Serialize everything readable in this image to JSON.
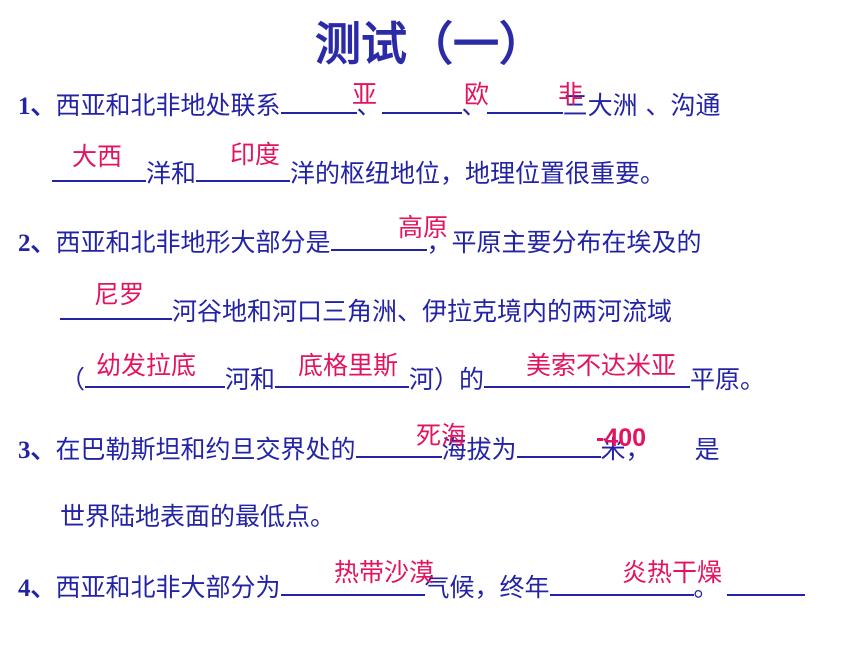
{
  "title": "测试（一）",
  "q1": {
    "num": "1、",
    "t1": "西亚和北非地处联系",
    "sep1": "、",
    "sep2": "、",
    "t2": "三大洲 、沟通",
    "t3": "洋和",
    "t4": "洋的枢纽地位，地理位置很重要。",
    "answers": [
      "亚",
      "欧",
      "非",
      "大西",
      "印度"
    ]
  },
  "q2": {
    "num": "2、",
    "t1": "西亚和北非地形大部分是",
    "t2": "，平原主要分布在埃及的",
    "t3": "河谷地和河口三角洲、伊拉克境内的两河流域",
    "t4": "（",
    "t5": "河和",
    "t6": "河）的",
    "t7": "平原。",
    "answers": [
      "高原",
      "尼罗",
      "幼发拉底",
      "底格里斯",
      "美索不达米亚"
    ]
  },
  "q3": {
    "num": "3、",
    "t1": "在巴勒斯坦和约旦交界处的",
    "t2": "海拔为",
    "t3": "米，",
    "t4": "是",
    "t5": "世界陆地表面的最低点。",
    "answers": [
      "死海",
      "-400"
    ]
  },
  "q4": {
    "num": "4、",
    "t1": "西亚和北非大部分为",
    "t2": "气候，终年",
    "t3": "。",
    "answers": [
      "热带沙漠",
      "炎热干燥"
    ]
  }
}
